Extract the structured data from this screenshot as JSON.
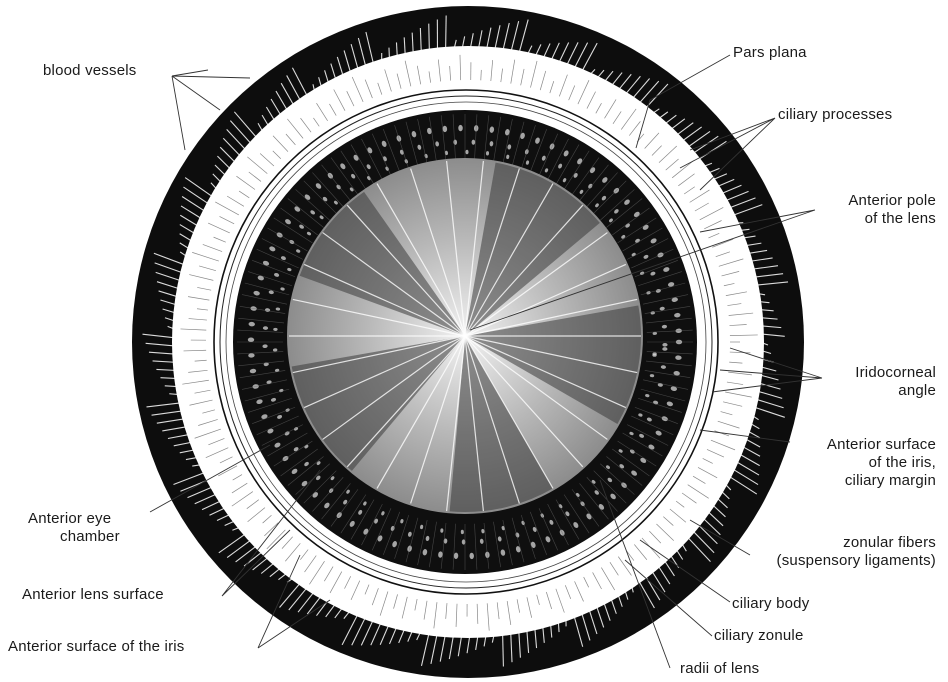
{
  "colors": {
    "background": "#ffffff",
    "ink": "#0d0d0d",
    "label_text": "#1a1a1a"
  },
  "labels": {
    "blood_vessels": "blood vessels",
    "pars_plana": "Pars plana",
    "ciliary_processes": "ciliary processes",
    "anterior_pole_line1": "Anterior pole",
    "anterior_pole_line2": "of the lens",
    "iridocorneal_line1": "Iridocorneal",
    "iridocorneal_line2": "angle",
    "iris_margin_line1": "Anterior surface",
    "iris_margin_line2": "of the iris,",
    "iris_margin_line3": "ciliary margin",
    "zonular_line1": "zonular fibers",
    "zonular_line2": "(suspensory ligaments)",
    "ciliary_body": "ciliary body",
    "ciliary_zonule": "ciliary zonule",
    "radii_of_lens": "radii of lens",
    "anterior_chamber_line1": "Anterior eye",
    "anterior_chamber_line2": "chamber",
    "anterior_lens_surface": "Anterior lens surface",
    "anterior_iris_surface": "Anterior surface of the iris"
  }
}
